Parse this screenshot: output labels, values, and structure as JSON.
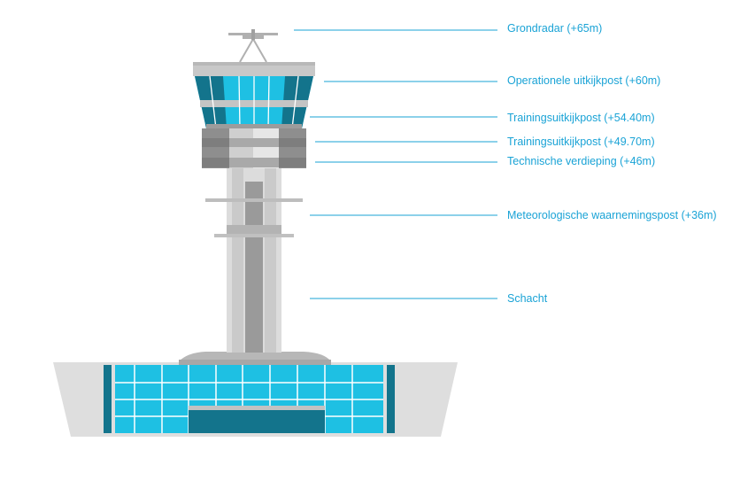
{
  "diagram": {
    "labels": [
      {
        "id": "grondradar",
        "text": "Grondradar (+65m)"
      },
      {
        "id": "operationele",
        "text": "Operationele uitkijkpost (+60m)"
      },
      {
        "id": "training1",
        "text": "Trainingsuitkijkpost (+54.40m)"
      },
      {
        "id": "training2",
        "text": "Trainingsuitkijkpost (+49.70m)"
      },
      {
        "id": "technische",
        "text": "Technische verdieping (+46m)"
      },
      {
        "id": "meteo",
        "text": "Meteorologische waarnemingspost (+36m)"
      },
      {
        "id": "schacht",
        "text": "Schacht"
      }
    ]
  },
  "colors": {
    "label_blue": "#1aa3d6",
    "glass_cyan": "#1ec0e3",
    "glass_dark": "#13748c",
    "concrete_light": "#dcdcdc",
    "concrete_mid": "#b4b4b4",
    "concrete_dark": "#8f8f8f"
  }
}
